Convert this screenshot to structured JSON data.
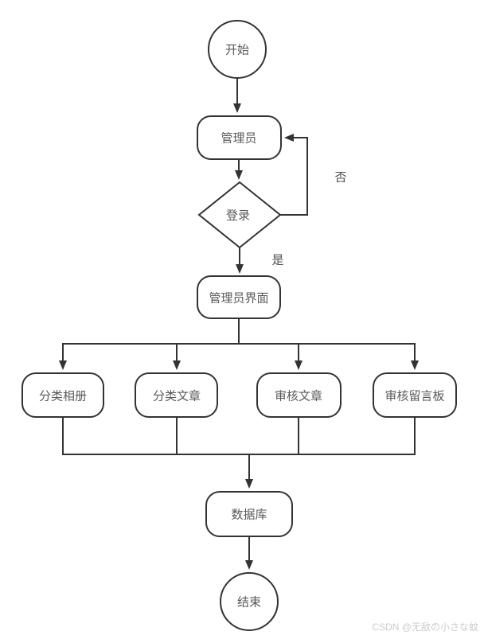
{
  "diagram": {
    "type": "flowchart",
    "nodes": {
      "start": {
        "label": "开始",
        "shape": "circle"
      },
      "admin": {
        "label": "管理员",
        "shape": "rounded-rect"
      },
      "login": {
        "label": "登录",
        "shape": "diamond"
      },
      "admin_ui": {
        "label": "管理员界面",
        "shape": "rounded-rect"
      },
      "album": {
        "label": "分类相册",
        "shape": "rounded-rect"
      },
      "article": {
        "label": "分类文章",
        "shape": "rounded-rect"
      },
      "review": {
        "label": "审核文章",
        "shape": "rounded-rect"
      },
      "board": {
        "label": "审核留言板",
        "shape": "rounded-rect"
      },
      "database": {
        "label": "数据库",
        "shape": "rounded-rect"
      },
      "end": {
        "label": "结束",
        "shape": "circle"
      }
    },
    "edge_labels": {
      "no": "否",
      "yes": "是"
    },
    "colors": {
      "stroke": "#333333",
      "node_fill": "#ffffff",
      "node_text": "#595959",
      "watermark": "#cbcbcb",
      "background": "#ffffff"
    }
  },
  "watermark": {
    "text": "CSDN @无敌の小さな蚊"
  }
}
